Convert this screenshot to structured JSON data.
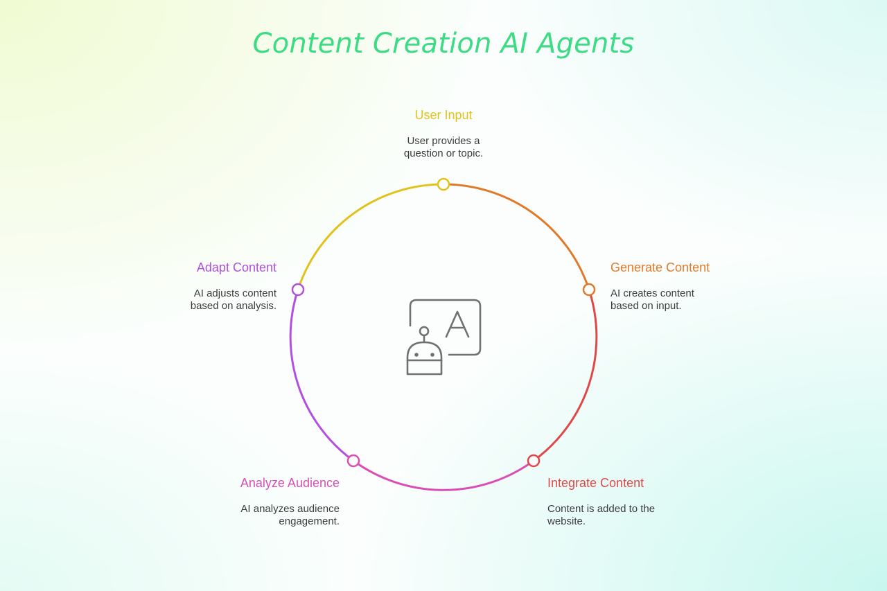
{
  "title": "Content Creation AI Agents",
  "colors": {
    "title": "#3ddc84",
    "user_input": "#e0c21a",
    "generate": "#e07a28",
    "integrate": "#e04848",
    "analyze": "#d94fb5",
    "adapt": "#b24fe0",
    "icon": "#707070"
  },
  "center_icon": "robot-with-letter-a-icon",
  "steps": [
    {
      "id": "user-input",
      "label": "User Input",
      "description_line1": "User provides a",
      "description_line2": "question or topic."
    },
    {
      "id": "generate-content",
      "label": "Generate Content",
      "description_line1": "AI creates content",
      "description_line2": "based on input."
    },
    {
      "id": "integrate-content",
      "label": "Integrate Content",
      "description_line1": "Content is added to the",
      "description_line2": "website."
    },
    {
      "id": "analyze-audience",
      "label": "Analyze Audience",
      "description_line1": "AI analyzes audience",
      "description_line2": "engagement."
    },
    {
      "id": "adapt-content",
      "label": "Adapt Content",
      "description_line1": "AI adjusts content",
      "description_line2": "based on analysis."
    }
  ]
}
